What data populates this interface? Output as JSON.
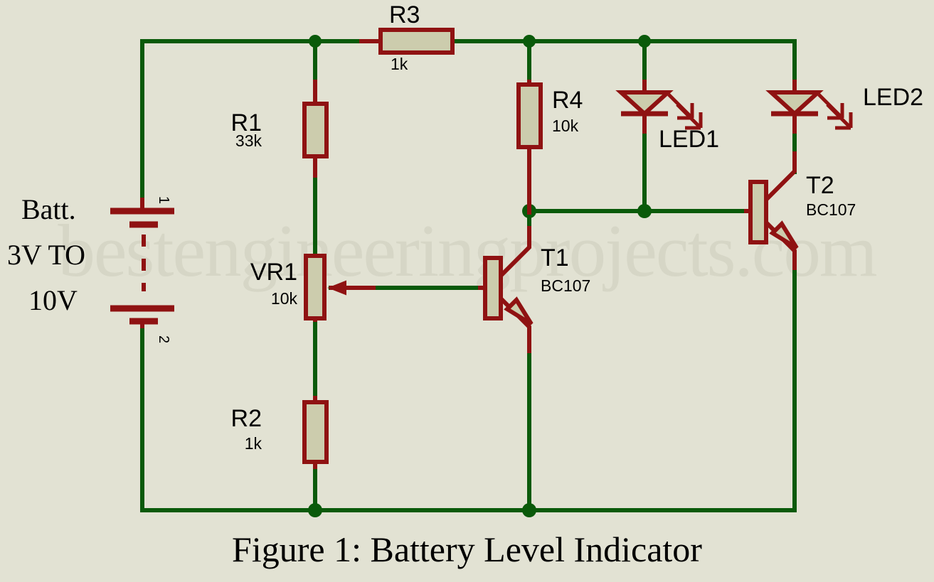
{
  "figure": {
    "caption": "Figure 1: Battery Level Indicator",
    "watermark": "bestengineeringprojects.com",
    "background_color": "#e2e2d3",
    "wire_color": "#0a5a0a",
    "component_color": "#8f1212",
    "component_fill": "#ccccad"
  },
  "battery": {
    "name": "Batt.",
    "line2": "3V TO",
    "line3": "10V",
    "pin1": "1",
    "pin2": "2"
  },
  "components": {
    "r1": {
      "ref": "R1",
      "value": "33k"
    },
    "r2": {
      "ref": "R2",
      "value": "1k"
    },
    "r3": {
      "ref": "R3",
      "value": "1k"
    },
    "r4": {
      "ref": "R4",
      "value": "10k"
    },
    "vr1": {
      "ref": "VR1",
      "value": "10k"
    },
    "t1": {
      "ref": "T1",
      "value": "BC107"
    },
    "t2": {
      "ref": "T2",
      "value": "BC107"
    },
    "led1": {
      "ref": "LED1"
    },
    "led2": {
      "ref": "LED2"
    }
  }
}
